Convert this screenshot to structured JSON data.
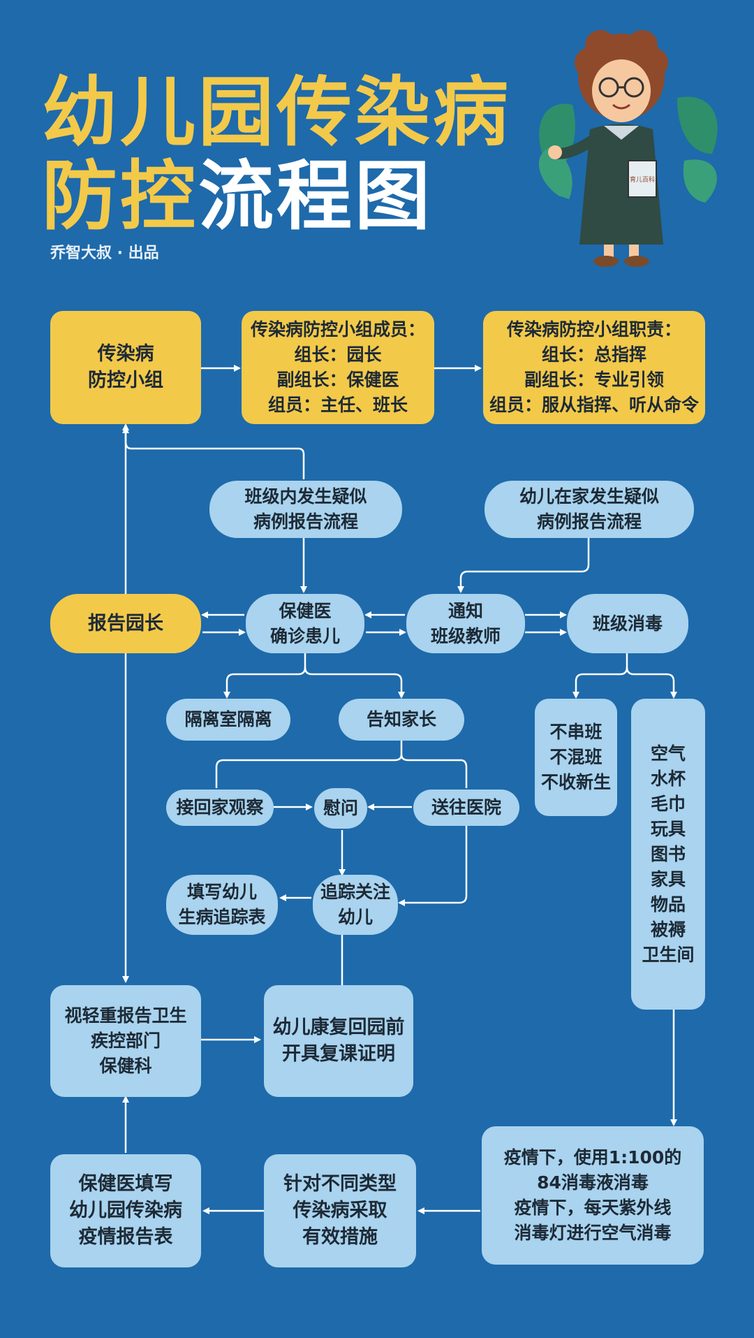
{
  "title": {
    "line1": "幼儿园传染病",
    "line2_a": "防控",
    "line2_b": "流程图"
  },
  "credit": "乔智大叔 · 出品",
  "mascot": {
    "book_label": "育儿百科"
  },
  "nodes": {
    "team": "传染病\n防控小组",
    "members": "传染病防控小组成员：\n组长：园长\n副组长：保健医\n组员：主任、班长",
    "duties": "传染病防控小组职责：\n组长：总指挥\n副组长：专业引领\n组员：服从指挥、听从命令",
    "class_report": "班级内发生疑似\n病例报告流程",
    "home_report": "幼儿在家发生疑似\n病例报告流程",
    "report_director": "报告园长",
    "doctor": "保健医\n确诊患儿",
    "notify": "通知\n班级教师",
    "class_disinfect": "班级消毒",
    "isolation": "隔离室隔离",
    "notify_parent": "告知家长",
    "no_mix": "不串班\n不混班\n不收新生",
    "items": "空气\n水杯\n毛巾\n玩具\n图书\n家具\n物品\n被褥\n卫生间",
    "home_observe": "接回家观察",
    "console": "慰问",
    "hospital": "送往医院",
    "fill_form": "填写幼儿\n生病追踪表",
    "track": "追踪关注\n幼儿",
    "report_health": "视轻重报告卫生\n疾控部门\n保健科",
    "certificate": "幼儿康复回园前\n开具复课证明",
    "epidemic": "疫情下，使用1:100的\n84消毒液消毒\n疫情下，每天紫外线\n消毒灯进行空气消毒",
    "measures": "针对不同类型\n传染病采取\n有效措施",
    "doctor_form": "保健医填写\n幼儿园传染病\n疫情报告表"
  },
  "colors": {
    "background": "#1e6aab",
    "yellow": "#f3c94a",
    "light_blue": "#a9d3ee",
    "line": "#ffffff"
  }
}
